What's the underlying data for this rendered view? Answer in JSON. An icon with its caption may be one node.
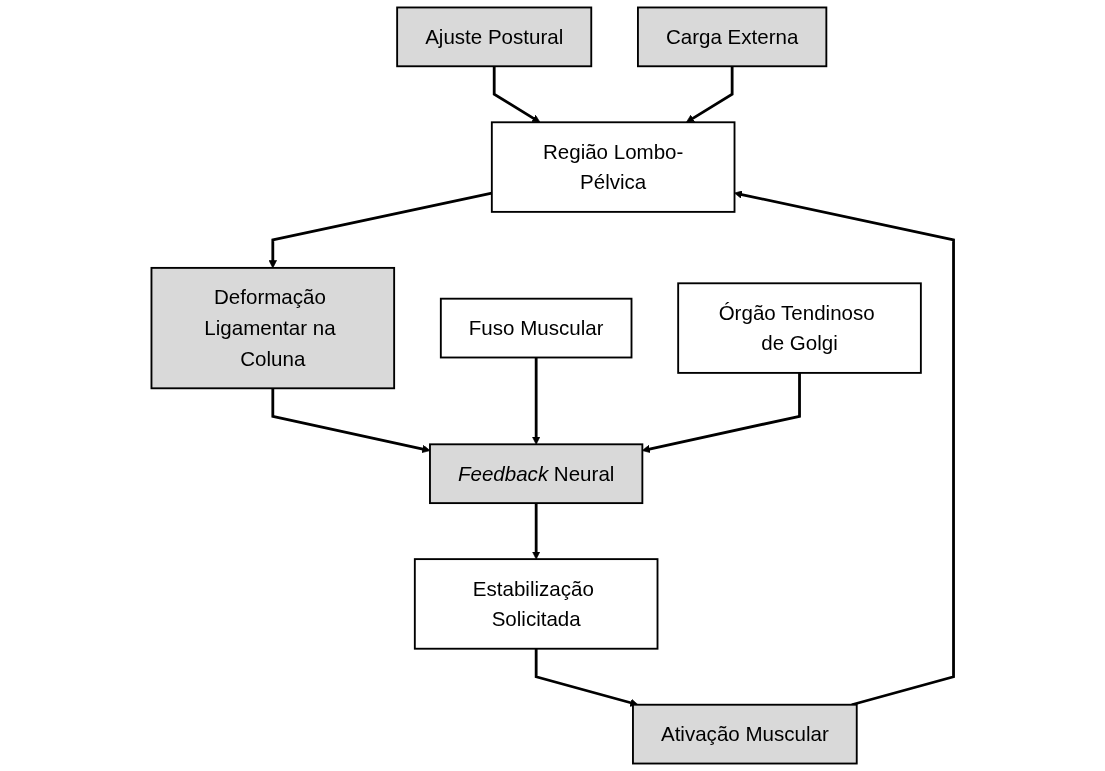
{
  "diagram": {
    "nodes": [
      {
        "text": [
          "Ajuste Postural"
        ]
      },
      {
        "text": [
          "Carga Externa"
        ]
      },
      {
        "text": [
          "Região Lombo-Pélvica"
        ]
      },
      {
        "text": [
          "Ativação Muscular"
        ]
      },
      {
        "text": [
          "Deformação Ligamentar na Coluna"
        ]
      },
      {
        "text": [
          "Fuso Muscular"
        ]
      },
      {
        "text": [
          "Órgão Tendinoso de Golgi"
        ]
      },
      {
        "text": [
          "*Feedback* Neural"
        ]
      },
      {
        "text": [
          "Estabilização Solicitada"
        ]
      }
    ],
    "edges": [
      {
        "from": 0,
        "to": 2,
        "arrow": "to"
      },
      {
        "from": 1,
        "to": 2,
        "arrow": "to"
      },
      {
        "from": 3,
        "to": 2,
        "arrow": "to"
      },
      {
        "from": 2,
        "to": 4,
        "arrow": "to"
      },
      {
        "from": 4,
        "to": 7,
        "arrow": "to"
      },
      {
        "from": 5,
        "to": 7,
        "arrow": "to"
      },
      {
        "from": 6,
        "to": 7,
        "arrow": "to"
      },
      {
        "from": 7,
        "to": 8,
        "arrow": "to"
      },
      {
        "from": 8,
        "to": 3,
        "arrow": "to"
      }
    ]
  }
}
